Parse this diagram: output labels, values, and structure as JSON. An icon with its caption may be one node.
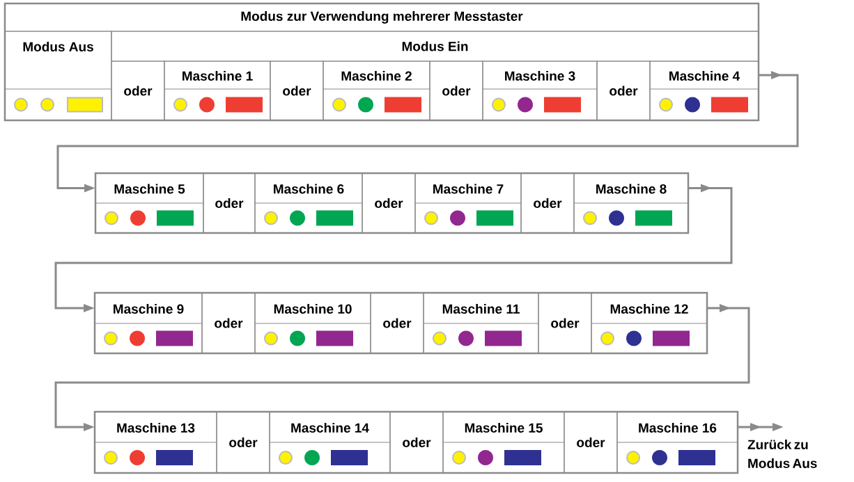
{
  "diagram": {
    "nodes": [
      {
        "text": [
          "Modus zur Verwendung mehrerer Messtaster"
        ]
      },
      {
        "text": [
          "Modus Aus"
        ],
        "in": 0
      },
      {
        "text": [
          "Modus Ein"
        ],
        "in": 0
      },
      {
        "text": [
          "oder"
        ],
        "in": 0
      },
      {
        "text": [
          "Maschine 1"
        ],
        "in": 0
      },
      {
        "text": [
          "oder"
        ],
        "in": 0
      },
      {
        "text": [
          "Maschine 2"
        ],
        "in": 0
      },
      {
        "text": [
          "oder"
        ],
        "in": 0
      },
      {
        "text": [
          "Maschine 3"
        ],
        "in": 0
      },
      {
        "text": [
          "oder"
        ],
        "in": 0
      },
      {
        "text": [
          "Maschine 4"
        ],
        "in": 0
      },
      {
        "text": [],
        "shape": "box"
      },
      {
        "text": [
          "Maschine 5"
        ],
        "in": 11
      },
      {
        "text": [
          "oder"
        ],
        "in": 11
      },
      {
        "text": [
          "Maschine 6"
        ],
        "in": 11
      },
      {
        "text": [
          "oder"
        ],
        "in": 11
      },
      {
        "text": [
          "Maschine 7"
        ],
        "in": 11
      },
      {
        "text": [
          "oder"
        ],
        "in": 11
      },
      {
        "text": [
          "Maschine 8"
        ],
        "in": 11
      },
      {
        "text": [],
        "shape": "box"
      },
      {
        "text": [
          "Maschine 9"
        ],
        "in": 19
      },
      {
        "text": [
          "oder"
        ],
        "in": 19
      },
      {
        "text": [
          "Maschine 10"
        ],
        "in": 19
      },
      {
        "text": [
          "oder"
        ],
        "in": 19
      },
      {
        "text": [
          "Maschine 11"
        ],
        "in": 19
      },
      {
        "text": [
          "oder"
        ],
        "in": 19
      },
      {
        "text": [
          "Maschine 12"
        ],
        "in": 19
      },
      {
        "text": [],
        "shape": "box"
      },
      {
        "text": [
          "Maschine 13"
        ],
        "in": 27
      },
      {
        "text": [
          "oder"
        ],
        "in": 27
      },
      {
        "text": [
          "Maschine 14"
        ],
        "in": 27
      },
      {
        "text": [
          "oder"
        ],
        "in": 27
      },
      {
        "text": [
          "Maschine 15"
        ],
        "in": 27
      },
      {
        "text": [
          "oder"
        ],
        "in": 27
      },
      {
        "text": [
          "Maschine 16"
        ],
        "in": 27
      },
      {
        "text": [
          "Zurück zu Modus Aus"
        ]
      }
    ],
    "edges": [
      {
        "from": 10,
        "to": 12,
        "arrow": "to"
      },
      {
        "from": 18,
        "to": 20,
        "arrow": "to"
      },
      {
        "from": 26,
        "to": 28,
        "arrow": "to"
      },
      {
        "from": 34,
        "to": 35,
        "arrow": "to"
      }
    ]
  }
}
